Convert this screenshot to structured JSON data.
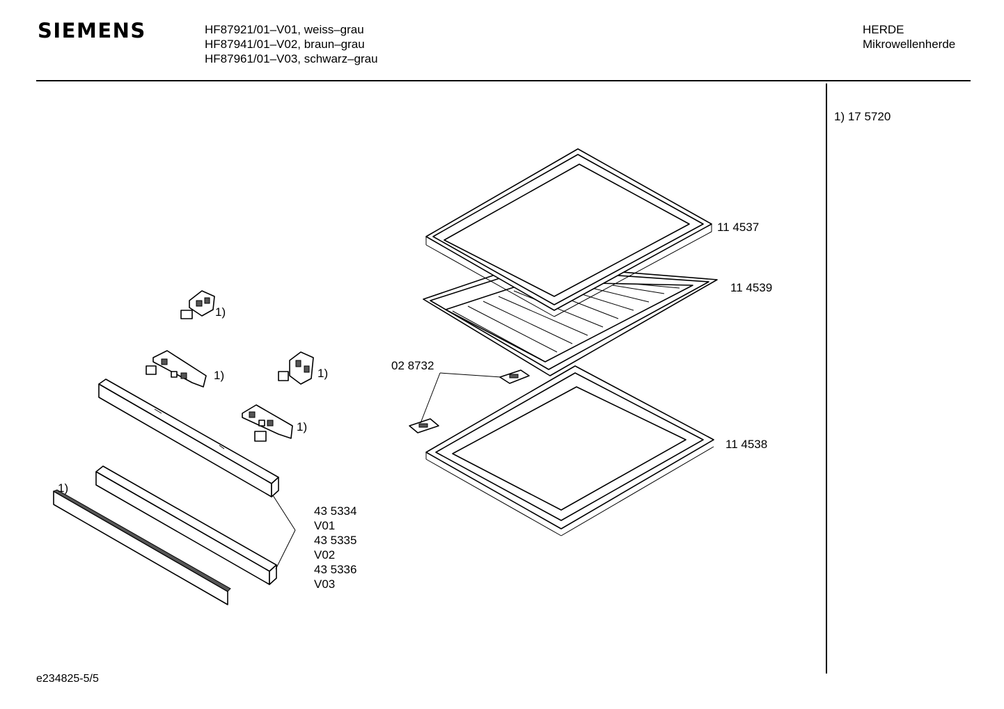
{
  "header": {
    "brand": "SIEMENS",
    "models": [
      "HF87921/01–V01, weiss–grau",
      "HF87941/01–V02, braun–grau",
      "HF87961/01–V03, schwarz–grau"
    ],
    "category": "HERDE",
    "subcategory": "Mikrowellenherde"
  },
  "notes": {
    "footnote_1": "1)  17 5720"
  },
  "parts": {
    "baking_tray": "11 4537",
    "grill_rack": "11 4539",
    "deep_tray": "11 4538",
    "clip": "02 8732",
    "trim_strip_variants": [
      "43 5334",
      "V01",
      "43 5335",
      "V02",
      "43 5336",
      "V03"
    ],
    "ref_bracket_top": "1)",
    "ref_bracket_long": "1)",
    "ref_bracket_right": "1)",
    "ref_bracket_lower": "1)",
    "ref_front_strip": "1)"
  },
  "footer": {
    "doc_id": "e234825-5/5"
  }
}
